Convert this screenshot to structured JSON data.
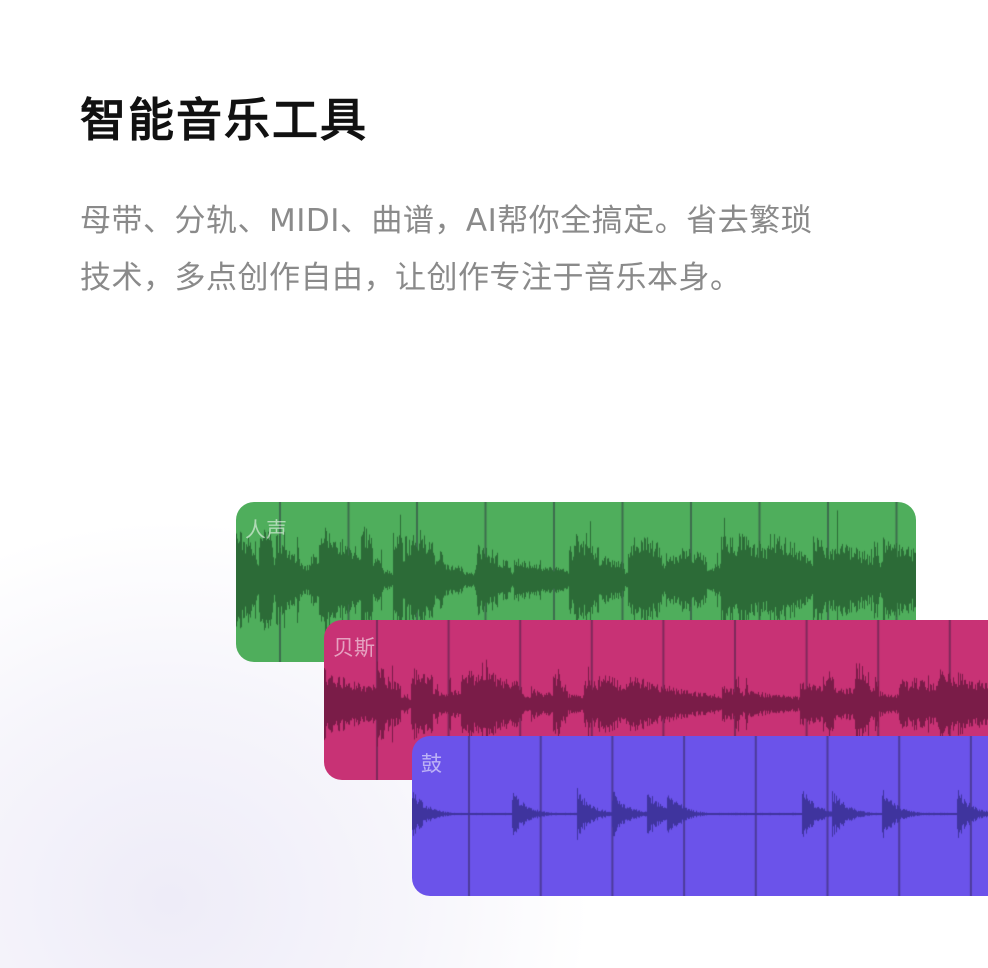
{
  "title": "智能音乐工具",
  "description_lines": [
    "母带、分轨、MIDI、曲谱，AI帮你全搞定。省去繁琐",
    "技术，多点创作自由，让创作专注于音乐本身。"
  ],
  "tracks": [
    {
      "label": "人声",
      "color": "#4fae5c",
      "wave_color": "#2c6b37"
    },
    {
      "label": "贝斯",
      "color": "#c83275",
      "wave_color": "#7a1c48"
    },
    {
      "label": "鼓",
      "color": "#6b53ea",
      "wave_color": "#3f349e"
    }
  ]
}
